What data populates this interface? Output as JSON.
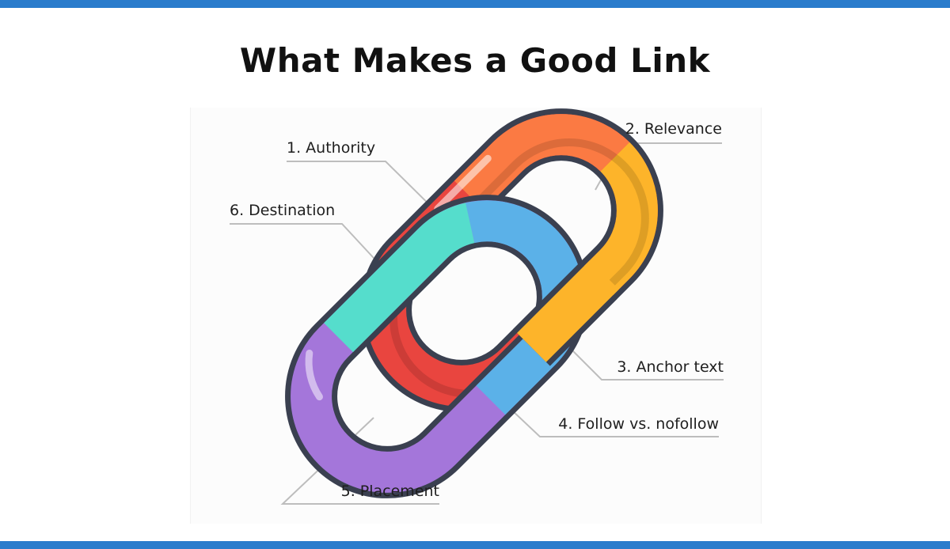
{
  "title": "What Makes a Good Link",
  "colors": {
    "frame_bar": "#2a7ccc",
    "authority": "#e9453f",
    "relevance": "#fb7a43",
    "anchor_text": "#fdb42a",
    "follow_nofollow": "#5bb1e8",
    "placement": "#a476da",
    "destination": "#55ddcc",
    "outline": "#3a4050",
    "leader_line": "#bdbdbd"
  },
  "labels": {
    "authority": "1. Authority",
    "relevance": "2. Relevance",
    "anchor_text": "3. Anchor text",
    "follow_nofollow": "4. Follow vs. nofollow",
    "placement": "5. Placement",
    "destination": "6. Destination"
  }
}
